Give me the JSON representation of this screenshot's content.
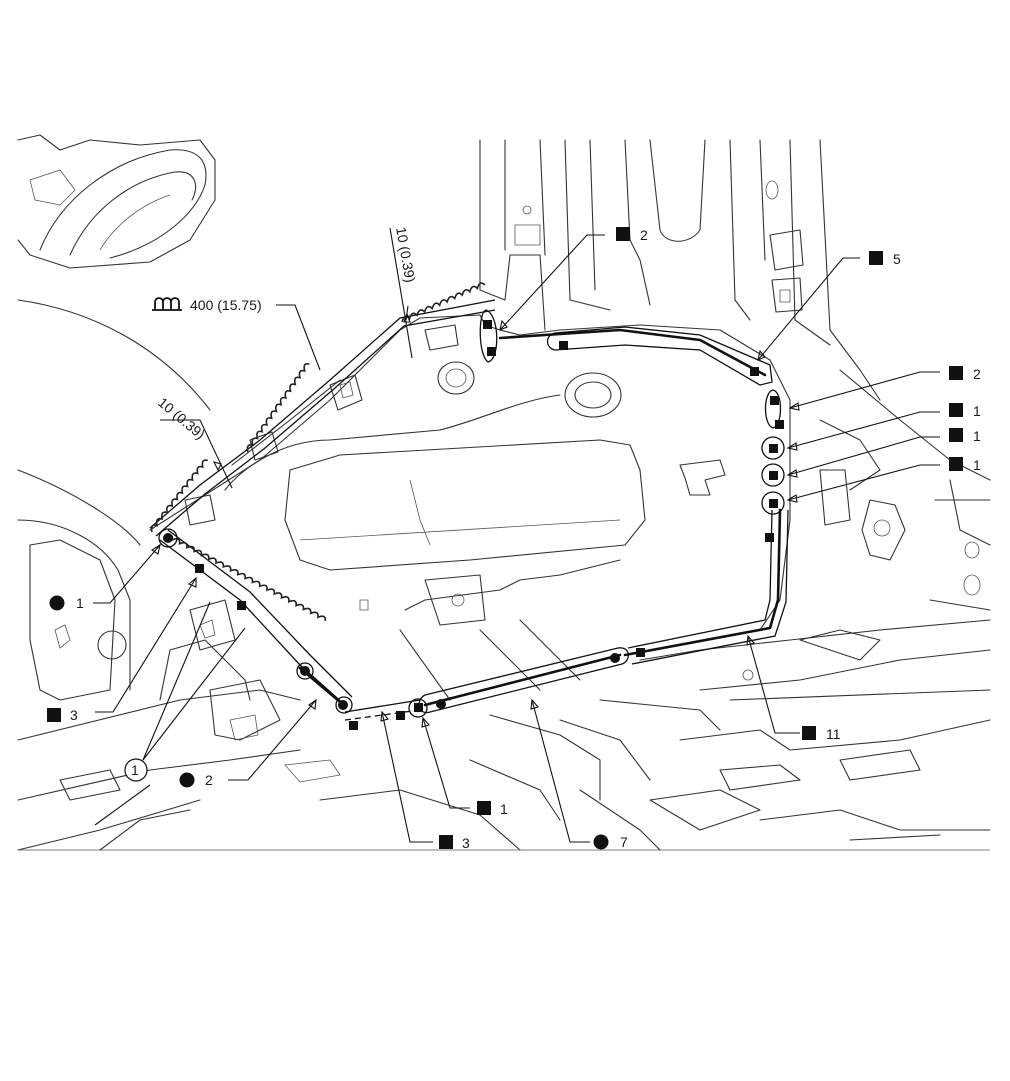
{
  "diagram": {
    "labels": {
      "sq_2_top": "2",
      "sq_5": "5",
      "sq_2_right": "2",
      "sq_1_right_a": "1",
      "sq_1_right_b": "1",
      "sq_1_right_c": "1",
      "sq_11": "11",
      "dot_7": "7",
      "sq_3_bottom": "3",
      "sq_1_bottom": "1",
      "dot_2": "2",
      "circle_1": "1",
      "sq_3_left": "3",
      "dot_1_left": "1",
      "dim_top": "10 (0.39)",
      "dim_left": "10 (0.39)",
      "seam_length": "400 (15.75)"
    },
    "icons": [
      "sealer-seam-icon",
      "square-marker",
      "round-marker"
    ]
  }
}
